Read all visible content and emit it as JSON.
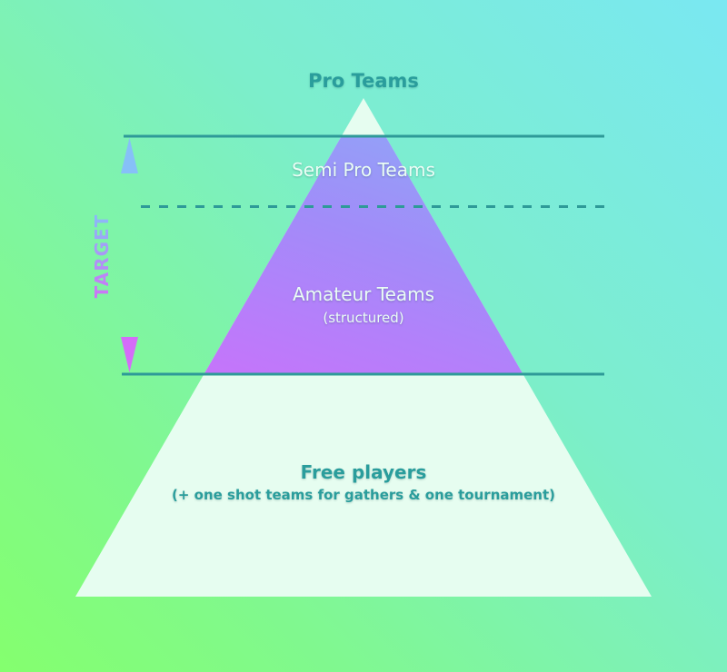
{
  "diagram": {
    "type": "pyramid",
    "tiers": [
      {
        "label": "Pro Teams",
        "sublabel": ""
      },
      {
        "label": "Semi Pro Teams",
        "sublabel": ""
      },
      {
        "label": "Amateur Teams",
        "sublabel": "(structured)"
      },
      {
        "label": "Free players",
        "sublabel": "(+ one shot teams for gathers & one tournament)"
      }
    ],
    "target_bracket": {
      "label": "TARGET",
      "spans": [
        "Semi Pro Teams",
        "Amateur Teams"
      ]
    },
    "colors": {
      "line": "#2e9a98",
      "highlight_top": "#8ea6f8",
      "highlight_bottom": "#cc70fa",
      "pyramid_base_fill": "#e6fdf0",
      "text_teal": "#2a9d9c",
      "text_white": "#eafdf5"
    }
  }
}
